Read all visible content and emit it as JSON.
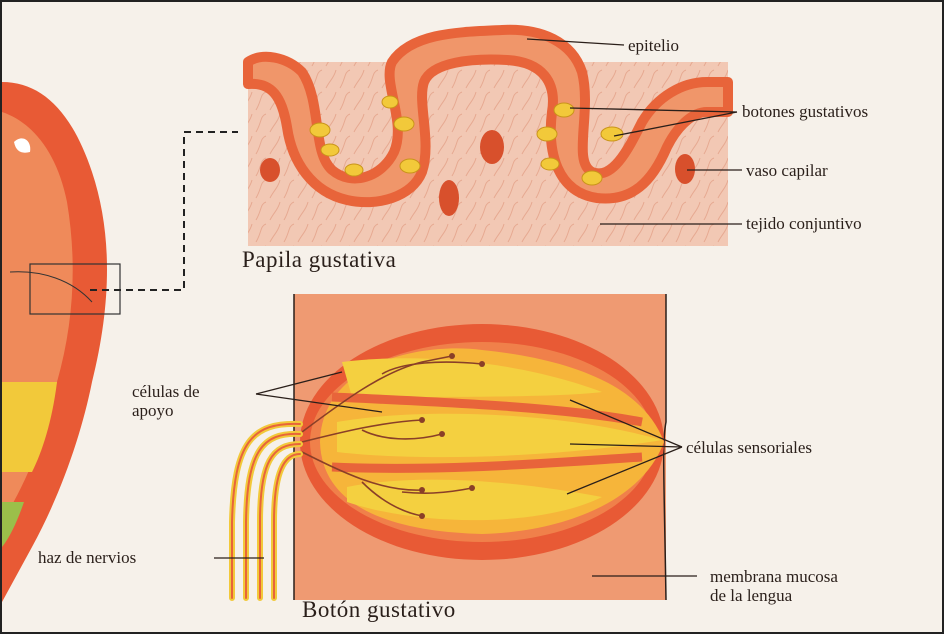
{
  "diagram": {
    "papila": {
      "title": "Papila gustativa",
      "labels": {
        "epitelio": "epitelio",
        "botones": "botones gustativos",
        "vaso": "vaso capilar",
        "tejido": "tejido conjuntivo"
      }
    },
    "boton": {
      "title": "Botón gustativo",
      "labels": {
        "apoyo": "células de\napoyo",
        "sensoriales": "células sensoriales",
        "nervios": "haz de nervios",
        "membrana": "membrana mucosa\nde la lengua"
      }
    },
    "colors": {
      "epithelium": "#e8643a",
      "tissue": "#f2c8b4",
      "bud": "#f2c93a",
      "capillary": "#d8502c",
      "sensory": "#f6b53a",
      "line": "#2a1f1a"
    }
  }
}
